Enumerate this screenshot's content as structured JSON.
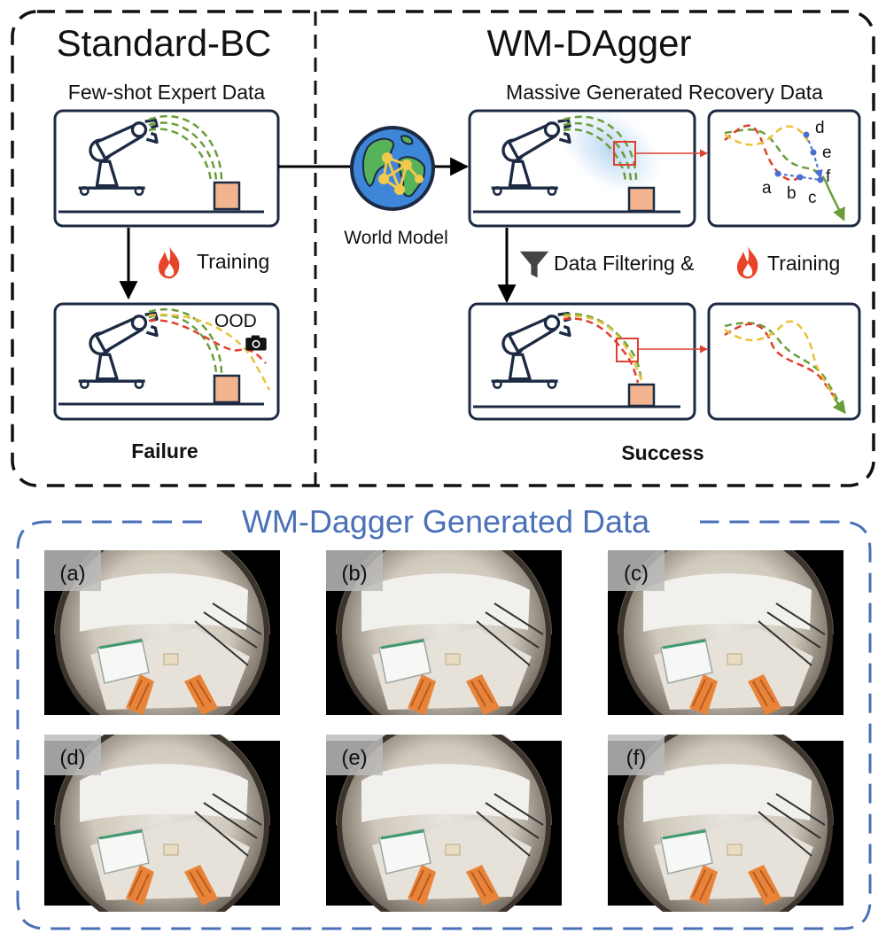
{
  "diagram": {
    "left_panel": {
      "title": "Standard-BC",
      "data_label": "Few-shot Expert Data",
      "training_label": "Training",
      "ood_label": "OOD",
      "outcome_label": "Failure"
    },
    "world_model_label": "World Model",
    "right_panel": {
      "title": "WM-DAgger",
      "data_label": "Massive Generated Recovery Data",
      "filter_label": "Data Filtering &",
      "training_label": "Training",
      "outcome_label": "Success",
      "point_labels": [
        "a",
        "b",
        "c",
        "d",
        "e",
        "f"
      ]
    }
  },
  "gallery": {
    "title": "WM-Dagger Generated Data",
    "frames": [
      "(a)",
      "(b)",
      "(c)",
      "(d)",
      "(e)",
      "(f)"
    ]
  },
  "colors": {
    "expert_path": "#6a9e3a",
    "policy_path": "#e04030",
    "recovery_path": "#e8c23a",
    "recovery_points": "#4a6fd0",
    "gallery_accent": "#4a70b8",
    "box_fill": "#f2b48e",
    "fire": "#e8442a"
  },
  "icons": [
    "robot-arm-icon",
    "globe-icon",
    "fire-icon",
    "camera-icon",
    "funnel-icon"
  ]
}
